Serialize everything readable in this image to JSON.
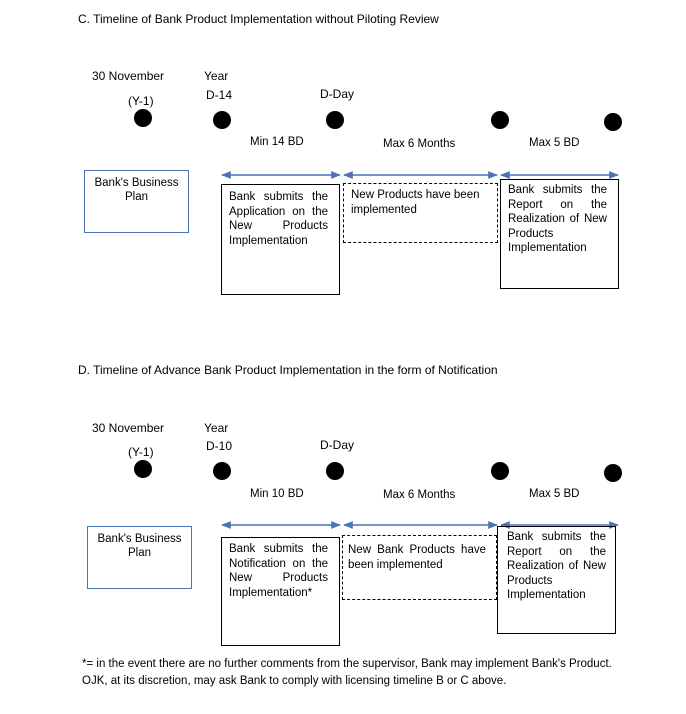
{
  "section_c": {
    "title": "C.  Timeline of Bank Product Implementation without Piloting Review",
    "date_label": "30 November",
    "year_prev": "(Y-1)",
    "year_label": "Year",
    "d_minus": "D-14",
    "d_day": "D-Day",
    "period1": "Min 14 BD",
    "period2": "Max 6 Months",
    "period3": "Max 5 BD",
    "plan_box": "Bank's Business Plan",
    "box1": "Bank submits the Application on the New Products Implementation",
    "box2": "New Products have been implemented",
    "box3": "Bank submits the Report on the Realization of New Products Implementation"
  },
  "section_d": {
    "title": "D.  Timeline of Advance Bank Product Implementation in the form of Notification",
    "date_label": "30 November",
    "year_prev": "(Y-1)",
    "year_label": "Year",
    "d_minus": "D-10",
    "d_day": "D-Day",
    "period1": "Min 10 BD",
    "period2": "Max 6 Months",
    "period3": "Max 5 BD",
    "plan_box": "Bank's Business Plan",
    "box1": "Bank submits the Notification on the New Products Implementation*",
    "box2": "New Bank Products have been implemented",
    "box3": "Bank submits the Report on the Realization of New Products Implementation"
  },
  "footnote": "*= in the event there are no further comments from the supervisor, Bank may implement Bank's Product. OJK, at its discretion, may ask Bank to comply with licensing timeline B or C above."
}
